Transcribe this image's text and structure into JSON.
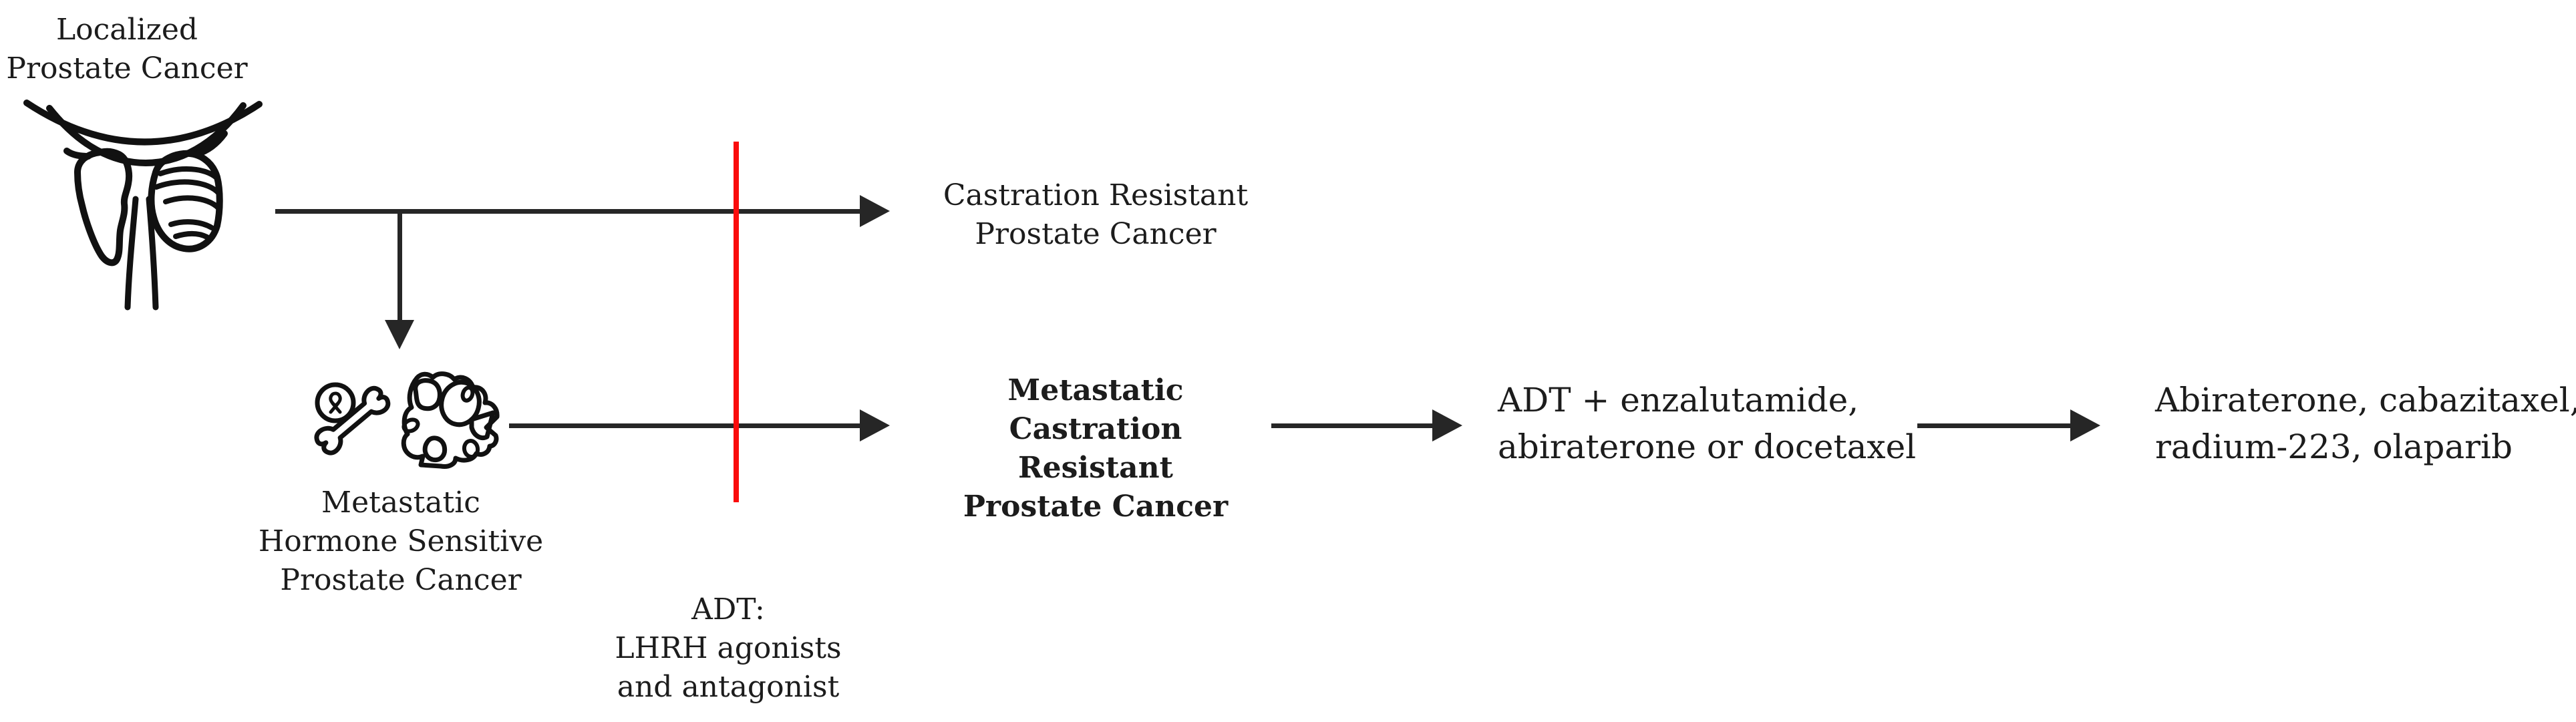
{
  "figure": {
    "title": "Prostate cancer disease states and treatment flow",
    "background": "#ffffff",
    "colors": {
      "line": "#262626",
      "text": "#1c1c1c",
      "adt_line": "#fa0c0c",
      "icon_stroke": "#111111"
    },
    "nodes": {
      "localized": {
        "label": "Localized\nProstate Cancer"
      },
      "crpc": {
        "label": "Castration Resistant\nProstate Cancer"
      },
      "mhspc": {
        "label": "Metastatic\nHormone Sensitive\nProstate Cancer"
      },
      "mcrpc": {
        "label": "Metastatic\nCastration Resistant\nProstate Cancer"
      },
      "mcrpc_treatment": {
        "label": "ADT + enzalutamide,\nabiraterone or docetaxel"
      },
      "later_treatment": {
        "label": "Abiraterone, cabazitaxel,\nradium-223, olaparib"
      },
      "adt_note": {
        "label": "ADT:\nLHRH agonists\nand antagonist"
      }
    },
    "icons": {
      "prostate": "prostate-organ-icon",
      "metastasis": "bone-metastasis-icon"
    }
  }
}
